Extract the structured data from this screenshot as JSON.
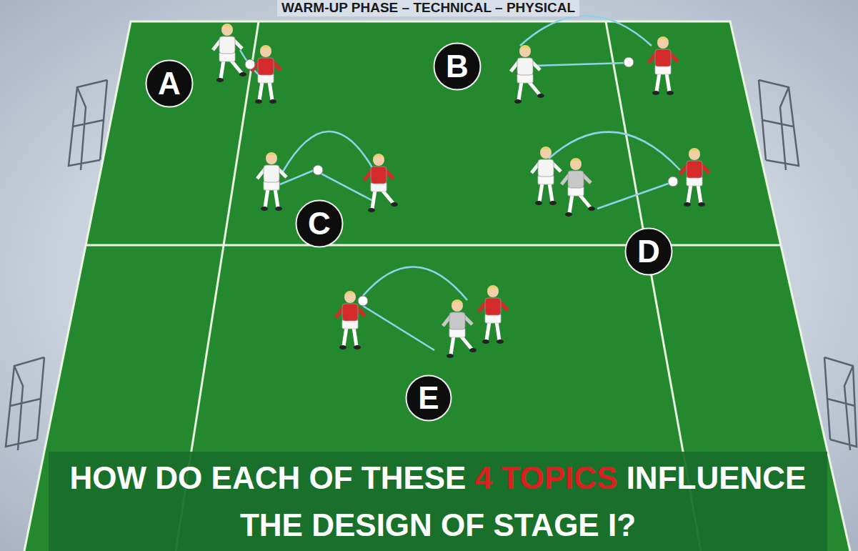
{
  "diagram": {
    "title": "WARM-UP PHASE – TECHNICAL – PHYSICAL",
    "nodes": [
      {
        "text": [
          "A"
        ]
      },
      {
        "text": [
          "B"
        ]
      },
      {
        "text": [
          "C"
        ]
      },
      {
        "text": [
          "D"
        ]
      },
      {
        "text": [
          "E"
        ]
      },
      {
        "text": [
          "HOW DO EACH OF THESE",
          "4 TOPICS",
          "INFLUENCE THE DESIGN OF STAGE I?"
        ]
      }
    ],
    "edges": []
  }
}
